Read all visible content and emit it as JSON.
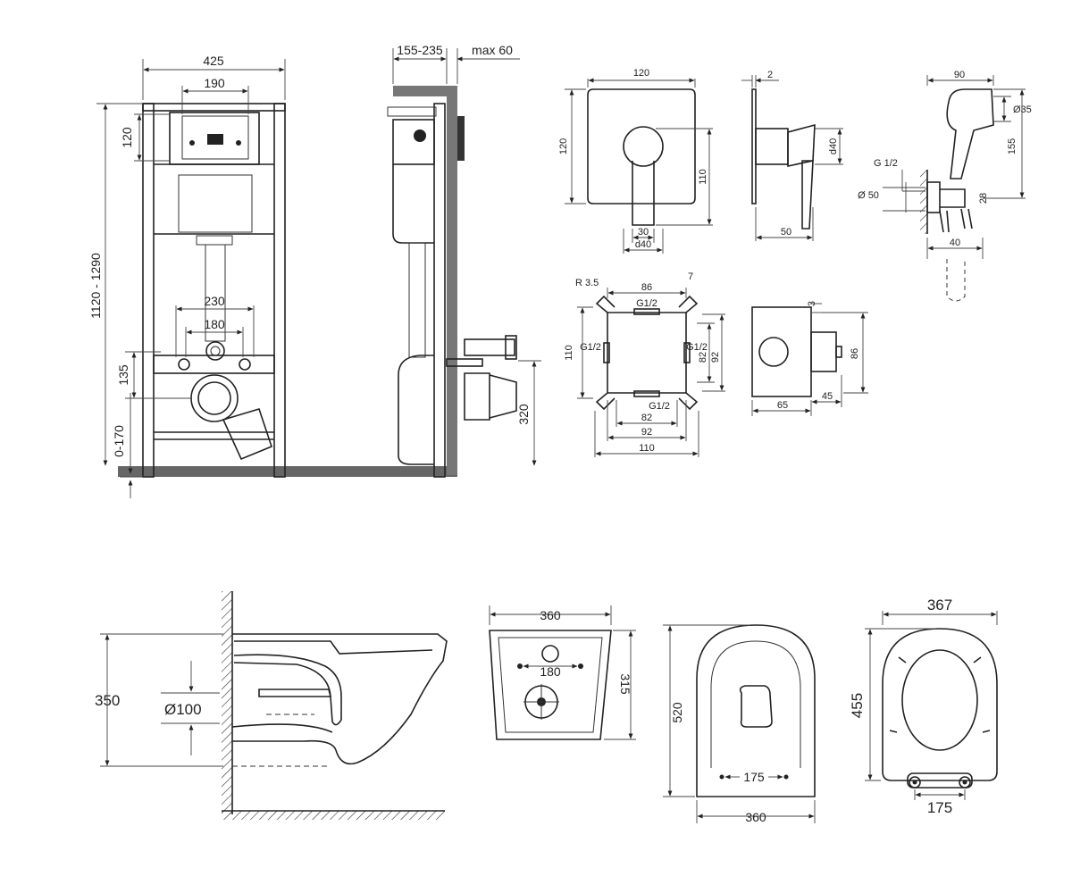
{
  "frame_front": {
    "width": "425",
    "plate_width": "190",
    "plate_height": "120",
    "total_height": "1120 - 1290",
    "outlet_spacing_outer": "230",
    "outlet_spacing_inner": "180",
    "outlet_height": "135",
    "leg_adjust": "0-170"
  },
  "frame_side": {
    "depth": "155-235",
    "max_wall": "max 60",
    "drain_height": "320"
  },
  "mixer_front": {
    "width": "120",
    "height": "120",
    "lever_height": "110",
    "lever_width": "30",
    "body_diameter": "d40"
  },
  "mixer_side": {
    "plate_thickness": "2",
    "body_diameter": "d40",
    "depth": "50"
  },
  "hygienic_shower": {
    "width": "90",
    "diameter": "Ø35",
    "height": "155",
    "thread": "G 1/2",
    "flange_diameter": "Ø 50",
    "hose_size": "28",
    "depth": "40"
  },
  "box_front": {
    "radius": "R 3.5",
    "top_width": "86",
    "corner": "7",
    "port_top": "G1/2",
    "port_left": "G1/2",
    "port_right": "G1/2",
    "port_bottom": "G1/2",
    "height_outer": "110",
    "height_82": "82",
    "height_92": "92",
    "width_82": "82",
    "width_92": "92",
    "width_110": "110"
  },
  "box_side": {
    "offset": "3",
    "height": "86",
    "depth": "65",
    "protrusion": "45"
  },
  "bowl_side": {
    "height": "350",
    "outlet": "Ø100"
  },
  "bowl_back": {
    "width": "360",
    "height": "315",
    "bolt_spacing": "180"
  },
  "bowl_top": {
    "length": "520",
    "bolt_spacing": "175",
    "width": "360"
  },
  "seat": {
    "width": "367",
    "length": "455",
    "hinge_spacing": "175"
  }
}
